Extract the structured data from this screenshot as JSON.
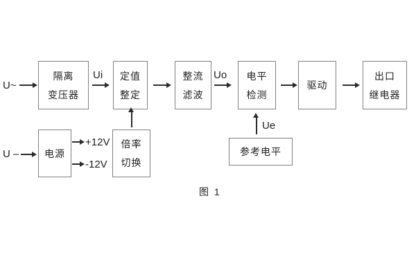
{
  "caption": "图 1",
  "colors": {
    "background": "#ffffff",
    "border": "#7f7f7f",
    "text": "#1f1f1f",
    "arrow": "#2b2b2b"
  },
  "inputs": {
    "ac": "U~",
    "dc": "U –"
  },
  "signal_labels": {
    "ui": "Ui",
    "uo": "Uo",
    "ue": "Ue"
  },
  "power_rails": {
    "positive": "+12V",
    "negative": "-12V"
  },
  "blocks": {
    "isolation_transformer": {
      "line1": "隔离",
      "line2": "变压器"
    },
    "setting_adjust": {
      "line1": "定值",
      "line2": "整定"
    },
    "rectifier_filter": {
      "line1": "整流",
      "line2": "滤波"
    },
    "level_detector": {
      "line1": "电平",
      "line2": "检测"
    },
    "driver": {
      "label": "驱动"
    },
    "output_relay": {
      "line1": "出口",
      "line2": "继电器"
    },
    "power_supply": {
      "label": "电源"
    },
    "ratio_switch": {
      "line1": "倍率",
      "line2": "切换"
    },
    "reference_level": {
      "label": "参考电平"
    }
  }
}
